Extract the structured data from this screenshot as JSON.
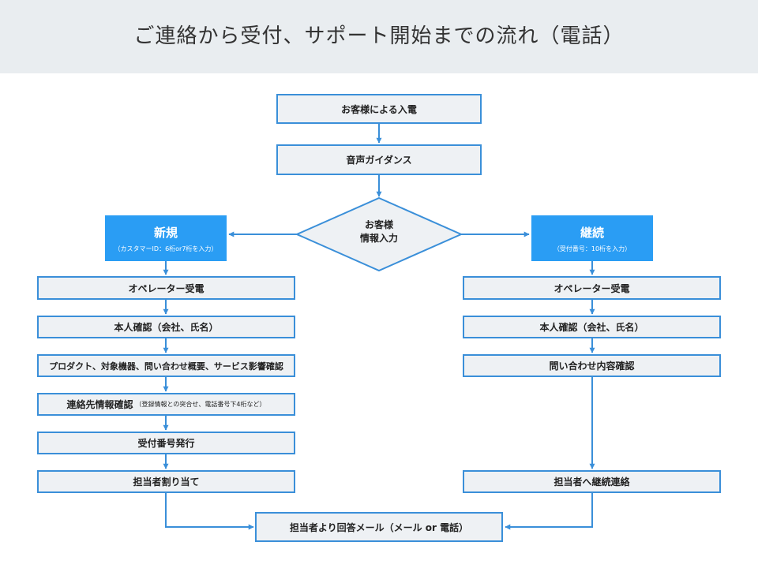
{
  "title": "ご連絡から受付、サポート開始までの流れ（電話）",
  "colors": {
    "accent": "#3a8fd9",
    "fill": "#eef1f4",
    "blue_fill": "#2a9df4",
    "header_bg": "#e9edf0"
  },
  "nodes": {
    "incoming": "お客様による入電",
    "guidance": "音声ガイダンス",
    "decision_line1": "お客様",
    "decision_line2": "情報入力",
    "new_title": "新規",
    "new_sub": "（カスタマーID：6桁or7桁を入力）",
    "existing_title": "継続",
    "existing_sub": "（受付番号：10桁を入力）",
    "new_steps": {
      "operator": "オペレーター受電",
      "identity": "本人確認（会社、氏名）",
      "inquiry": "プロダクト、対象機器、問い合わせ概要、サービス影響確認",
      "contact": "連絡先情報確認",
      "contact_note": "（登録情報との突合せ、電話番号下4桁など）",
      "ticket": "受付番号発行",
      "assign": "担当者割り当て"
    },
    "existing_steps": {
      "operator": "オペレーター受電",
      "identity": "本人確認（会社、氏名）",
      "inquiry": "問い合わせ内容確認",
      "handoff": "担当者へ継続連絡"
    },
    "final": "担当者より回答メール（メール or 電話）"
  }
}
